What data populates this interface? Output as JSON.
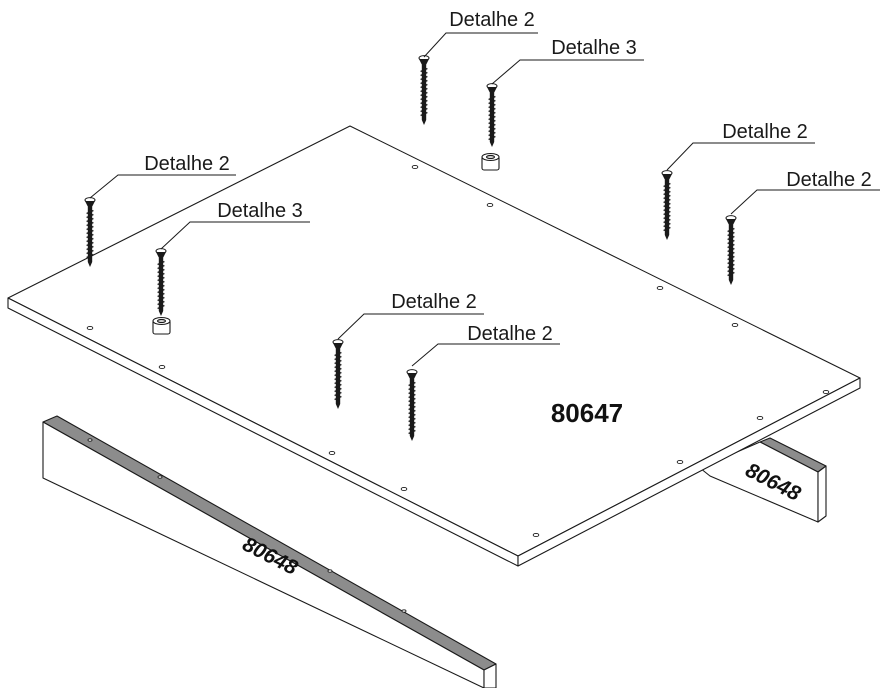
{
  "panel": {
    "label": "80647"
  },
  "rails": {
    "front_label": "80648",
    "back_label": "80648"
  },
  "callouts": [
    {
      "id": "top-screw-1",
      "label": "Detalhe 2"
    },
    {
      "id": "top-dowel",
      "label": "Detalhe 3"
    },
    {
      "id": "left-screw",
      "label": "Detalhe 2"
    },
    {
      "id": "left-dowel",
      "label": "Detalhe 3"
    },
    {
      "id": "right-screw-1",
      "label": "Detalhe 2"
    },
    {
      "id": "right-screw-2",
      "label": "Detalhe 2"
    },
    {
      "id": "center-screw-1",
      "label": "Detalhe 2"
    },
    {
      "id": "center-screw-2",
      "label": "Detalhe 2"
    }
  ],
  "colors": {
    "line": "#1a1a1a",
    "rail_top": "#8c8c8c",
    "panel_fill": "#ffffff"
  }
}
